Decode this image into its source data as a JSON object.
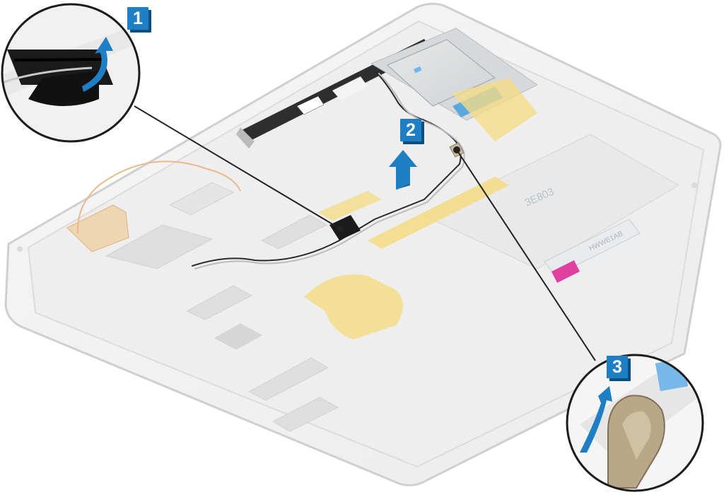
{
  "steps": [
    {
      "number": "1"
    },
    {
      "number": "2"
    },
    {
      "number": "3"
    }
  ],
  "labels": {
    "battery_text": "3E803",
    "board_text": "HWWE1AB"
  },
  "colors": {
    "badge": "#1f7fc4",
    "badge_shadow": "#0d4f80",
    "arrow": "#1f7fc4",
    "flex_tape": "#f3dc86",
    "copper": "#e2b27a",
    "chassis": "#f0f0f0",
    "chassis_edge": "#d3d3d3",
    "magenta_tag": "#e040a0"
  },
  "icons": [
    "lift-arrow-icon",
    "curved-arrow-icon"
  ]
}
